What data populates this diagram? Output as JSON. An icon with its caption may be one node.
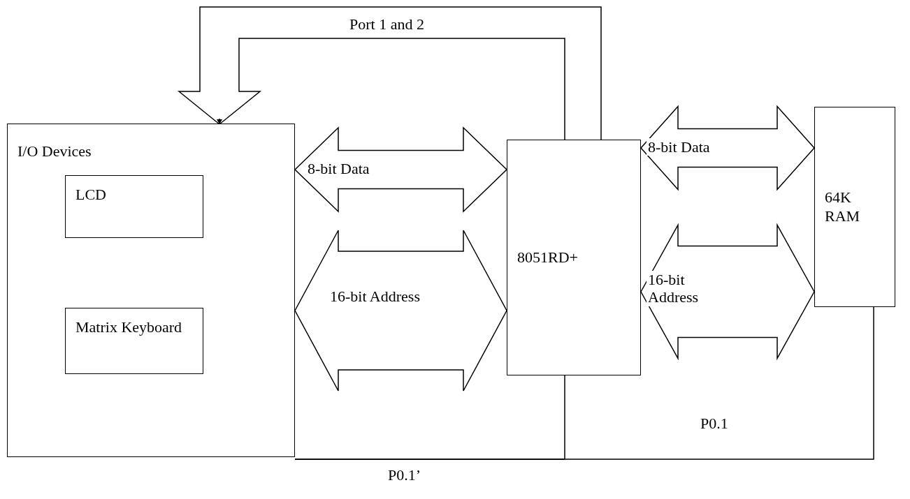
{
  "diagram": {
    "nodes": [
      {
        "text": [
          "I/O Devices"
        ]
      },
      {
        "text": [
          "LCD"
        ],
        "in": 0
      },
      {
        "text": [
          "Matrix Keyboard"
        ],
        "in": 0
      },
      {
        "text": [
          "8051RD+"
        ]
      },
      {
        "text": [
          "64K RAM"
        ]
      }
    ],
    "edges": [
      {
        "from": 3,
        "to": 0,
        "arrow": "to",
        "label": "Port 1 and 2"
      },
      {
        "from": 0,
        "to": 3,
        "arrow": "both",
        "label": "8-bit Data"
      },
      {
        "from": 0,
        "to": 3,
        "arrow": "both",
        "label": "16-bit Address"
      },
      {
        "from": 3,
        "to": 4,
        "arrow": "both",
        "label": "8-bit Data"
      },
      {
        "from": 3,
        "to": 4,
        "arrow": "both",
        "label": "16-bit Address"
      },
      {
        "from": 4,
        "to": 0,
        "arrow": "none",
        "label": "P0.1"
      },
      {
        "from": 3,
        "to": 0,
        "arrow": "none"
      }
    ],
    "labels": [
      "P0.1’"
    ]
  }
}
